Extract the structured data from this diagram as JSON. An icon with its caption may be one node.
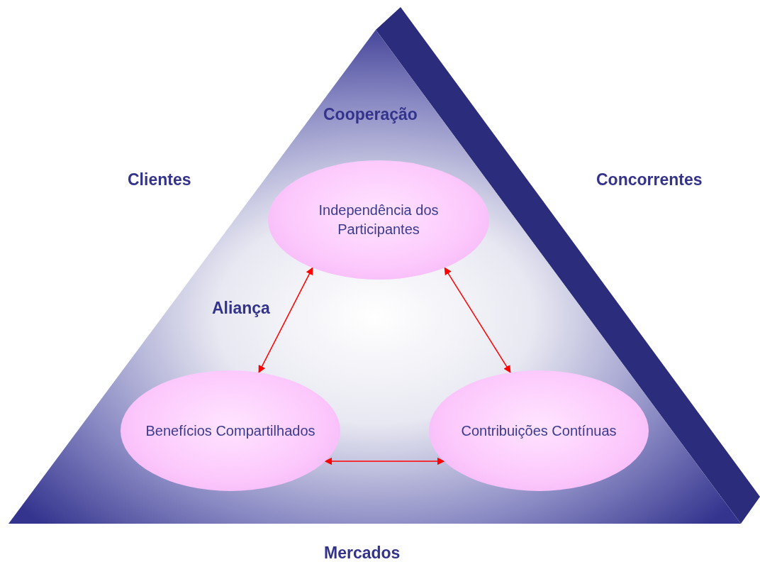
{
  "diagram": {
    "nodes": [
      {
        "text": [
          "Independência dos Participantes"
        ]
      },
      {
        "text": [
          "Benefícios Compartilhados"
        ]
      },
      {
        "text": [
          "Contribuições Contínuas"
        ]
      }
    ],
    "edges": [
      {
        "from": 0,
        "to": 1,
        "arrow": "both",
        "color": "#ff0000"
      },
      {
        "from": 0,
        "to": 2,
        "arrow": "both",
        "color": "#ff0000"
      },
      {
        "from": 1,
        "to": 2,
        "arrow": "both",
        "color": "#ff0000"
      }
    ],
    "labels": [
      "Cooperação",
      "Clientes",
      "Concorrentes",
      "Aliança",
      "Mercados"
    ]
  }
}
